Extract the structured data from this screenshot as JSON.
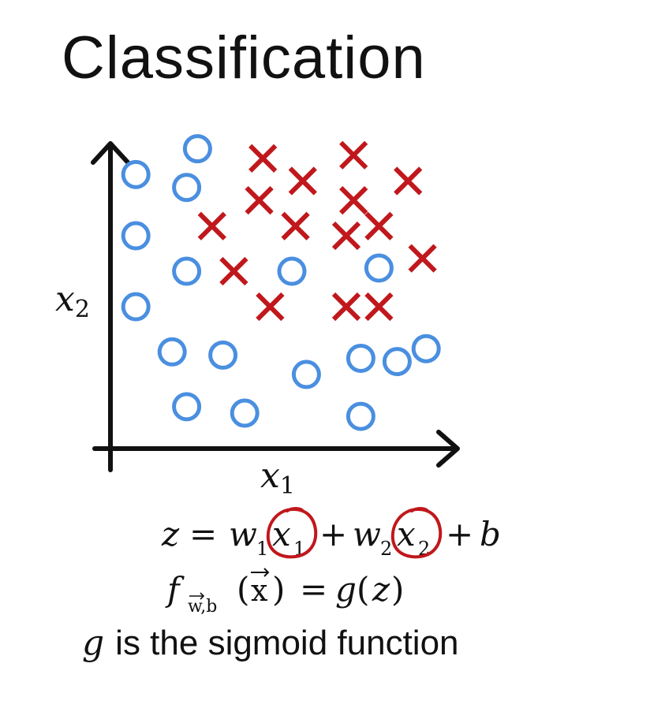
{
  "title": "Classification",
  "colors": {
    "circle": "#4a8fe0",
    "cross": "#c0181c",
    "axis": "#111111",
    "annotation": "#c0181c"
  },
  "chart_data": {
    "type": "scatter",
    "xlabel": "x1",
    "ylabel": "x2",
    "grid": false,
    "xlim": [
      0,
      10
    ],
    "ylim": [
      0,
      10
    ],
    "series": [
      {
        "marker": "circle",
        "points": [
          [
            2.4,
            9.3
          ],
          [
            0.7,
            8.5
          ],
          [
            2.1,
            8.1
          ],
          [
            0.7,
            6.6
          ],
          [
            2.1,
            5.5
          ],
          [
            5.0,
            5.5
          ],
          [
            7.4,
            5.6
          ],
          [
            0.7,
            4.4
          ],
          [
            1.7,
            3.0
          ],
          [
            3.1,
            2.9
          ],
          [
            5.4,
            2.3
          ],
          [
            6.9,
            2.8
          ],
          [
            8.7,
            3.1
          ],
          [
            7.9,
            2.7
          ],
          [
            2.1,
            1.3
          ],
          [
            3.7,
            1.1
          ],
          [
            6.9,
            1.0
          ]
        ]
      },
      {
        "marker": "cross",
        "points": [
          [
            4.2,
            9.0
          ],
          [
            6.7,
            9.1
          ],
          [
            5.3,
            8.3
          ],
          [
            8.2,
            8.3
          ],
          [
            4.1,
            7.7
          ],
          [
            6.7,
            7.7
          ],
          [
            2.8,
            6.9
          ],
          [
            5.1,
            6.9
          ],
          [
            6.5,
            6.6
          ],
          [
            7.4,
            6.9
          ],
          [
            8.6,
            5.9
          ],
          [
            3.4,
            5.5
          ],
          [
            4.4,
            4.4
          ],
          [
            6.5,
            4.4
          ],
          [
            7.4,
            4.4
          ]
        ]
      }
    ]
  },
  "equations": {
    "z_eq": {
      "lhs": "z",
      "equals": "=",
      "w": "w",
      "sub1": "1",
      "x": "x",
      "plus": "+",
      "sub2": "2",
      "b": "b"
    },
    "f_eq": {
      "f": "f",
      "sub": "w,b",
      "arg": "x",
      "equals": "=",
      "g": "g",
      "z": "z"
    }
  },
  "note": {
    "g": "g",
    "text": "is the sigmoid function"
  }
}
